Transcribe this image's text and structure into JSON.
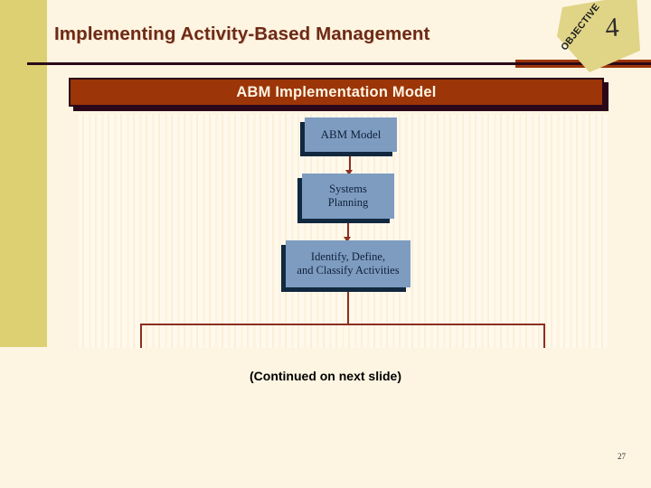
{
  "slide": {
    "title": "Implementing Activity-Based Management",
    "banner_title": "ABM Implementation Model",
    "continued_note": "(Continued on next slide)",
    "page_number": "27"
  },
  "objective_badge": {
    "label": "OBJECTIVE",
    "number": "4"
  },
  "diagram": {
    "type": "flowchart",
    "boxes": [
      {
        "id": "abm-model",
        "text": "ABM Model"
      },
      {
        "id": "systems-planning",
        "line1": "Systems",
        "line2": "Planning"
      },
      {
        "id": "identify-define-classify",
        "line1": "Identify, Define,",
        "line2": "and Classify Activities"
      }
    ],
    "connectors": [
      {
        "from": "abm-model",
        "to": "systems-planning",
        "style": "arrow-down"
      },
      {
        "from": "systems-planning",
        "to": "identify-define-classify",
        "style": "arrow-down"
      },
      {
        "from": "identify-define-classify",
        "to": "next-slide-branches",
        "style": "bracket-down"
      }
    ]
  },
  "colors": {
    "background": "#fdf5e2",
    "side_band": "#ddd072",
    "title_text": "#6d2a15",
    "banner_fill": "#9c3508",
    "banner_border": "#2b0819",
    "banner_text": "#fdf5e2",
    "box_fill": "#7d9cc0",
    "box_shadow": "#11283f",
    "connector": "#8c2f21",
    "badge_fill": "#e0d487"
  }
}
